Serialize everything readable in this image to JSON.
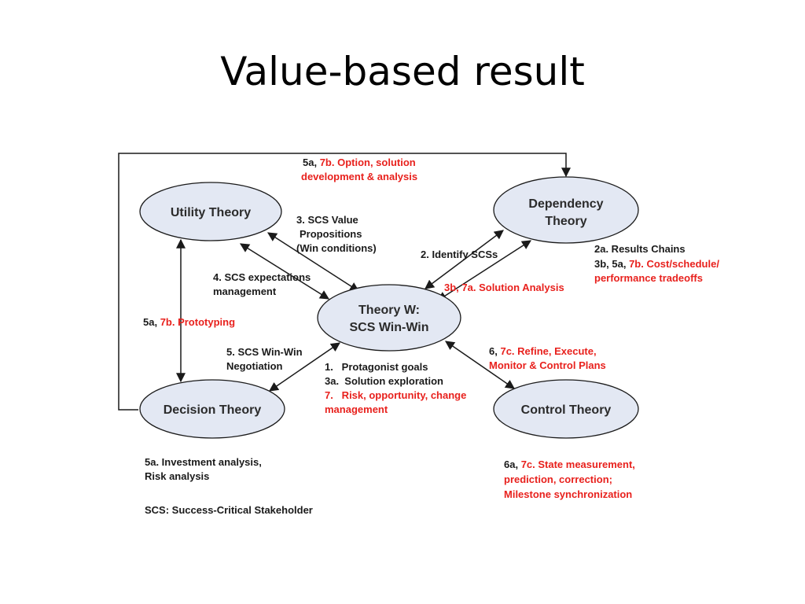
{
  "slide": {
    "title": "Value-based result"
  },
  "colors": {
    "node_fill": "#e3e8f3",
    "red_text": "#e8211d",
    "black_text": "#1a1a1a"
  },
  "nodes": {
    "utility": {
      "label": "Utility Theory"
    },
    "dependency": {
      "line1": "Dependency",
      "line2": "Theory"
    },
    "theory_w": {
      "line1": "Theory W:",
      "line2": "SCS Win-Win"
    },
    "decision": {
      "label": "Decision Theory"
    },
    "control": {
      "label": "Control Theory"
    }
  },
  "annotations": {
    "top_loop": {
      "line1_black": "5a, ",
      "line1_red": "7b. Option, solution",
      "line2_red": "development & analysis"
    },
    "scs_value": {
      "line1": "3. SCS Value",
      "line2": "Propositions",
      "line3": "(Win conditions)"
    },
    "scs_expectations": {
      "line1": "4. SCS expectations",
      "line2": "management"
    },
    "prototyping": {
      "black": "5a, ",
      "red": "7b. Prototyping"
    },
    "identify": {
      "text": "2. Identify SCSs"
    },
    "solution_analysis": {
      "text": "3b, 7a. Solution Analysis"
    },
    "results_chains": {
      "line1": "2a. Results Chains",
      "line2_black": "3b, 5a, ",
      "line2_red": "7b. Cost/schedule/",
      "line3_red": "performance tradeoffs"
    },
    "negotiation": {
      "line1": "5. SCS Win-Win",
      "line2": "Negotiation"
    },
    "refine": {
      "line1_black": "6, ",
      "line1_red": "7c. Refine, Execute,",
      "line2_red": "Monitor & Control Plans"
    },
    "goals": {
      "item1": "1.   Protagonist goals",
      "item2": "3a.  Solution exploration",
      "item3": "7.   Risk, opportunity, change",
      "item3b": "management"
    },
    "investment": {
      "line1": "5a. Investment analysis,",
      "line2": "Risk analysis"
    },
    "scs_def": {
      "text": "SCS: Success-Critical Stakeholder"
    },
    "state": {
      "line1_black": "6a, ",
      "line1_red": "7c. State measurement,",
      "line2_red": "prediction, correction;",
      "line3_red": "Milestone synchronization"
    }
  }
}
